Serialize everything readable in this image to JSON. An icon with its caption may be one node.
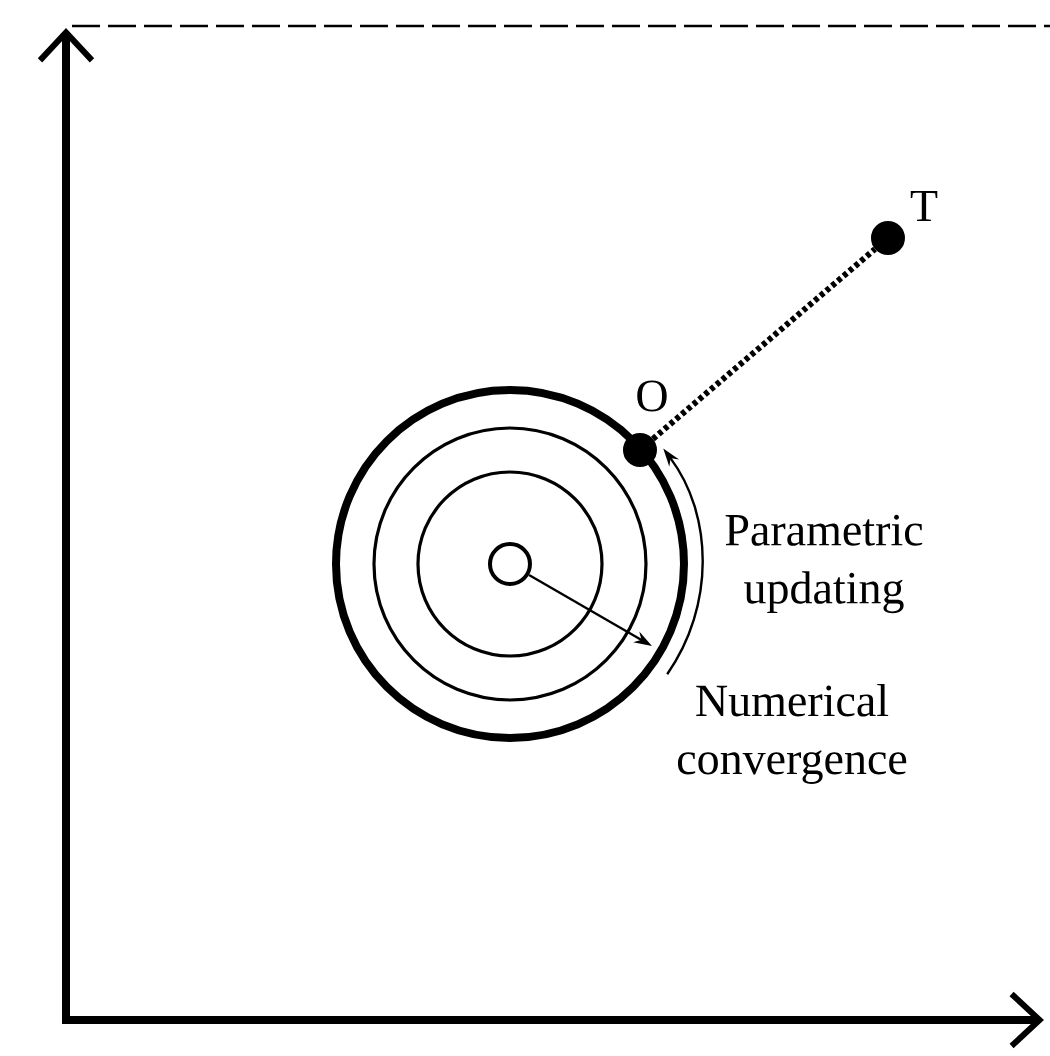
{
  "diagram": {
    "nodes": [
      {
        "text": [],
        "shape": "circle",
        "beside": [
          "T"
        ]
      },
      {
        "text": [],
        "shape": "circle",
        "beside": [
          "O"
        ]
      },
      {
        "text": [],
        "shape": "circle"
      }
    ],
    "edges": [
      {
        "from": 1,
        "to": 0,
        "arrow": "none",
        "style": "dashed"
      },
      {
        "from": 2,
        "to": null,
        "arrow": "to"
      }
    ],
    "labels": [
      "Parametric updating",
      "Numerical convergence"
    ]
  }
}
